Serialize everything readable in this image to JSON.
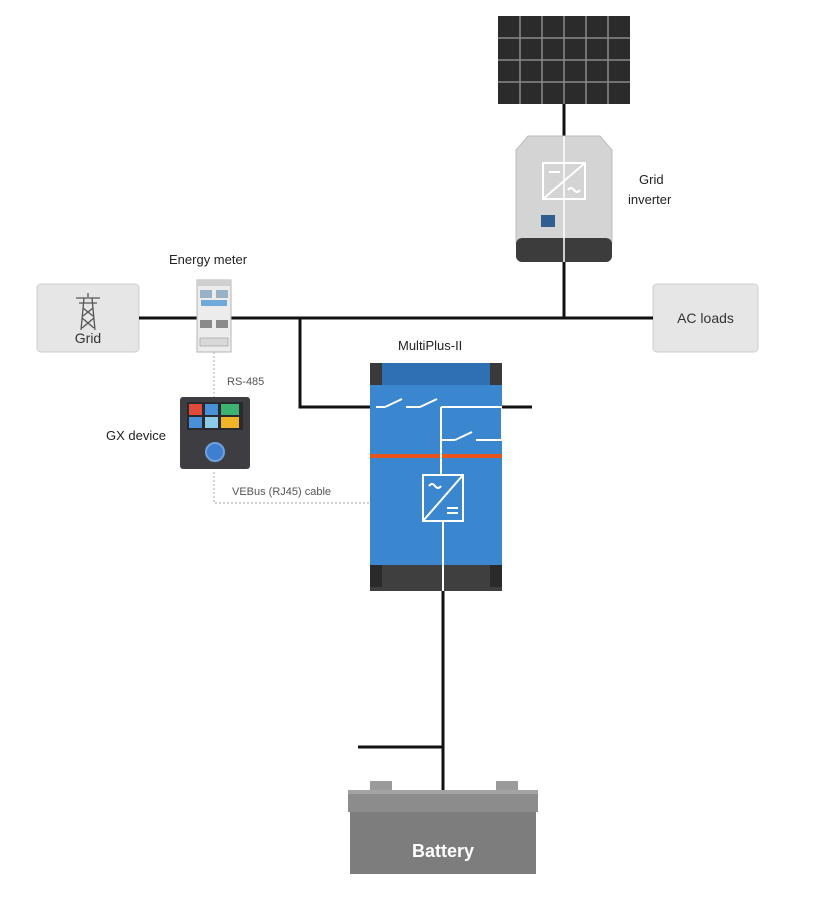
{
  "labels": {
    "grid_inverter_line1": "Grid",
    "grid_inverter_line2": "inverter",
    "energy_meter": "Energy meter",
    "grid": "Grid",
    "ac_loads": "AC loads",
    "multiplus": "MultiPlus-II",
    "rs485": "RS-485",
    "gx_device": "GX device",
    "vebus_cable": "VEBus (RJ45) cable",
    "battery": "Battery"
  },
  "colors": {
    "wire": "#111111",
    "multiplus_body": "#3a87d0",
    "multiplus_top": "#2f6fb3",
    "accent_orange": "#e8541e",
    "box_fill": "#e6e6e6",
    "battery_fill": "#7d7d7d"
  },
  "icons": {
    "solar_panel": "solar-panel-icon",
    "pylon": "power-pylon-icon",
    "inverter_symbol": "dc-ac-converter-icon"
  }
}
